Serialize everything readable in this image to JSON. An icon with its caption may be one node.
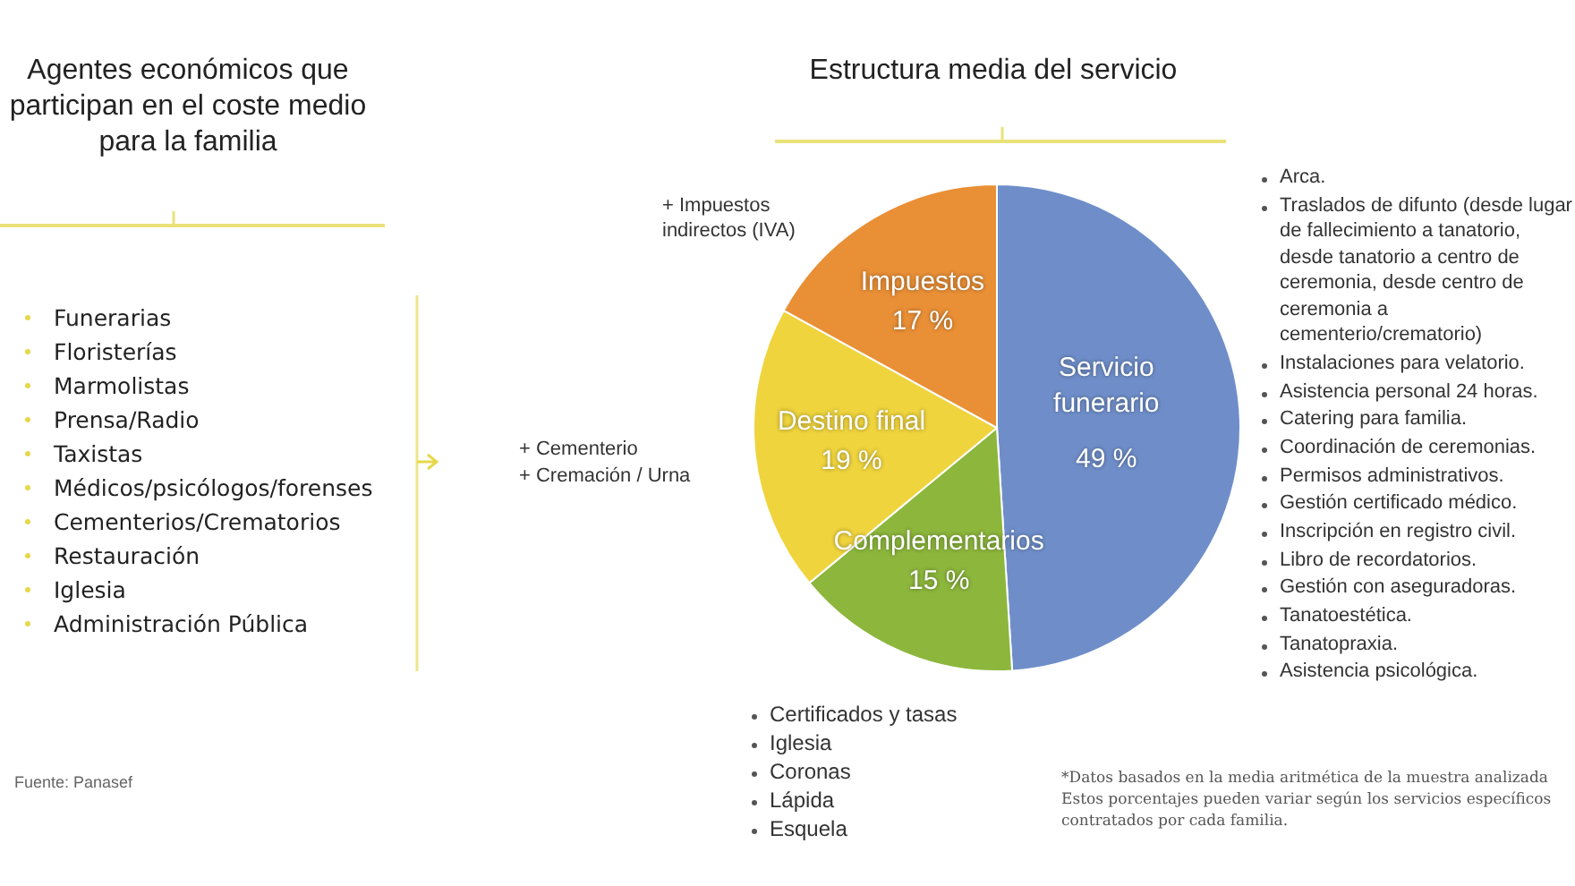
{
  "diagram": {
    "labels": [
      "Agentes económicos que participan en el coste medio para la familia",
      "Funerarias",
      "Floristerías",
      "Marmolistas",
      "Prensa/Radio",
      "Taxistas",
      "Médicos/psicólogos/forenses",
      "Cementerios/Crematorios",
      "Restauración",
      "Iglesia",
      "Administración Pública",
      "Fuente: Panasef",
      "+ Impuestos indirectos (IVA)",
      "+ Cementerio",
      "+ Cremación / Urna",
      "Arca.",
      "Traslados de difunto (desde lugar de fallecimiento a tanatorio, desde tanatorio a centro de ceremonia, desde centro de ceremonia a cementerio/crematorio)",
      "Instalaciones para velatorio.",
      "Asistencia personal 24 horas.",
      "Catering para familia.",
      "Coordinación de ceremonias.",
      "Permisos administrativos.",
      "Gestión certificado médico.",
      "Inscripción en registro civil.",
      "Libro de recordatorios.",
      "Gestión con aseguradoras.",
      "Tanatoestética.",
      "Tanatopraxia.",
      "Asistencia psicológica.",
      "Certificados y tasas",
      "Iglesia",
      "Coronas",
      "Lápida",
      "Esquela",
      "*Datos basados en la media aritmética de la muestra analizada Estos porcentajes pueden variar según los servicios específicos contratados por cada familia."
    ],
    "chart_data": {
      "type": "pie",
      "title": "Estructura media del servicio",
      "categories": [
        "Servicio funerario",
        "Complementarios",
        "Destino final",
        "Impuestos"
      ],
      "values": [
        49,
        15,
        19,
        17
      ],
      "value_labels": [
        "49 %",
        "15 %",
        "19 %",
        "17 %"
      ]
    }
  }
}
